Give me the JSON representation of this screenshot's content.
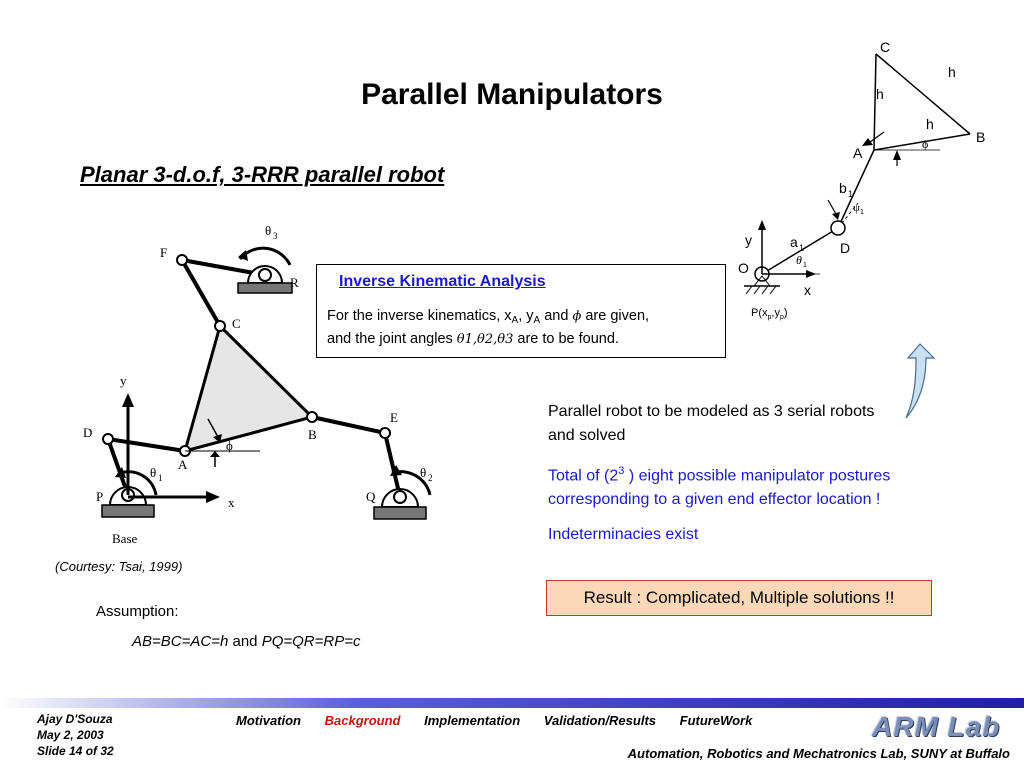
{
  "title": "Parallel Manipulators",
  "subtitle": "Planar 3-d.o.f, 3-RRR parallel robot",
  "ik": {
    "title": "Inverse Kinematic Analysis",
    "line1_a": "For the inverse kinematics, x",
    "sub_a1": "A",
    "comma_y": ", y",
    "sub_a2": "A",
    "and_phi": " and ",
    "phi": "ϕ",
    "given": "  are given,",
    "line2_a": "and the joint angles ",
    "angles": "θ1,θ2,θ3",
    "line2_b": "  are to be found."
  },
  "points": {
    "p1": "Parallel robot to be modeled as 3 serial robots and solved",
    "p2_a": "Total of (2",
    "p2_sup": "3",
    "p2_b": " ) eight possible manipulator postures corresponding to a given end effector location !",
    "p3": "Indeterminacies exist"
  },
  "result": "Result : Complicated, Multiple solutions !!",
  "courtesy": "(Courtesy: Tsai, 1999)",
  "assumption": {
    "label": "Assumption:",
    "eq1": "AB=BC=AC=h",
    "and": " and ",
    "eq2": "PQ=QR=RP=c"
  },
  "left_diagram": {
    "labels": {
      "F": "F",
      "R": "R",
      "C": "C",
      "D": "D",
      "E": "E",
      "A": "A",
      "B": "B",
      "P": "P",
      "Q": "Q",
      "y": "y",
      "x": "x",
      "base": "Base",
      "theta1": "θ",
      "theta2": "θ",
      "theta3": "θ",
      "n1": "1",
      "n2": "2",
      "n3": "3",
      "phi": "ϕ"
    }
  },
  "right_diagram": {
    "labels": {
      "C": "C",
      "h1": "h",
      "h2": "h",
      "h3": "h",
      "B": "B",
      "A": "A",
      "b": "b",
      "b_sub": "1",
      "psi": "ψ",
      "psi_sub": "1",
      "phi": "ϕ",
      "y": "y",
      "a": "a",
      "a_sub": "1",
      "D": "D",
      "O": "O",
      "theta": "θ",
      "theta_sub": "1",
      "x": "x",
      "P_text": "P(x",
      "p_sub1": "p",
      "py": ",y",
      "p_sub2": "p",
      "close": ")"
    }
  },
  "footer": {
    "author": "Ajay D'Souza",
    "date": "May 2, 2003",
    "slide": "Slide 14 of 32",
    "nav": [
      "Motivation",
      "Background",
      "Implementation",
      "Validation/Results",
      "FutureWork"
    ],
    "active": "Background",
    "lab": "Automation, Robotics and Mechatronics Lab, SUNY at Buffalo",
    "logo": "ARM Lab"
  },
  "colors": {
    "footer_bar": "#5b5fd6",
    "link_blue": "#1a1acc",
    "result_bg": "#fbd9b8",
    "active_nav": "#c0180c"
  }
}
